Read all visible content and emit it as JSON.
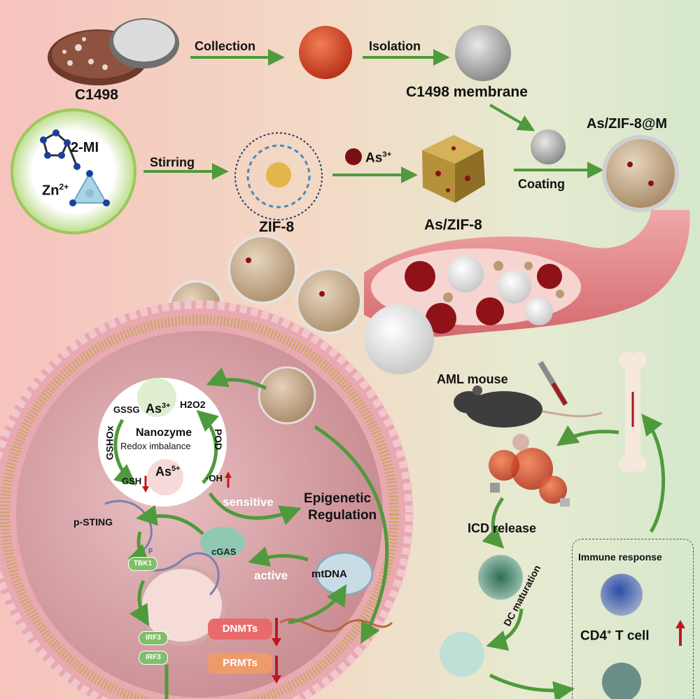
{
  "header": {
    "c1498": "C1498",
    "collection": "Collection",
    "isolation": "Isolation",
    "membrane": "C1498 membrane",
    "two_mi": "2-MI",
    "zn": "Zn",
    "zn_sup": "2+",
    "stirring": "Stirring",
    "zif8": "ZIF-8",
    "as": "As",
    "as_sup": "3+",
    "as_zif8": "As/ZIF-8",
    "coating": "Coating",
    "as_zif8_m": "As/ZIF-8@M"
  },
  "nanozyme": {
    "gssg": "GSSG",
    "h2o2": "H2O2",
    "as3": "As",
    "as3_sup": "3+",
    "gshox": "GSHOx",
    "pod": "POD",
    "title": "Nanozyme",
    "subtitle": "Redox imbalance",
    "gsh": "GSH",
    "as5": "As",
    "as5_sup": "5+",
    "oh": "·OH"
  },
  "cell": {
    "sensitive": "sensitive",
    "epigenetic_1": "Epigenetic",
    "epigenetic_2": "Regulation",
    "p_sting": "p-STING",
    "tbk1": "TBK1",
    "cgas": "cGAS",
    "active": "active",
    "mtdna": "mtDNA",
    "irf3_a": "IRF3",
    "irf3_b": "IRF3",
    "p": "p",
    "dnmts": "DNMTs",
    "prmts": "PRMTs"
  },
  "right": {
    "aml_mouse": "AML mouse",
    "icd_release": "ICD release",
    "dc_maturation": "DC maturation",
    "immune_response": "Immune response",
    "cd4": "CD4",
    "cd4_sup": "+",
    "t_cell": " T cell"
  },
  "colors": {
    "arrow": "#4f9a3c",
    "up_down_arrow": "#c0171b",
    "dnmts": "#e86b6b",
    "prmts": "#ef9a6a",
    "membrane": "#e7a3aa"
  }
}
